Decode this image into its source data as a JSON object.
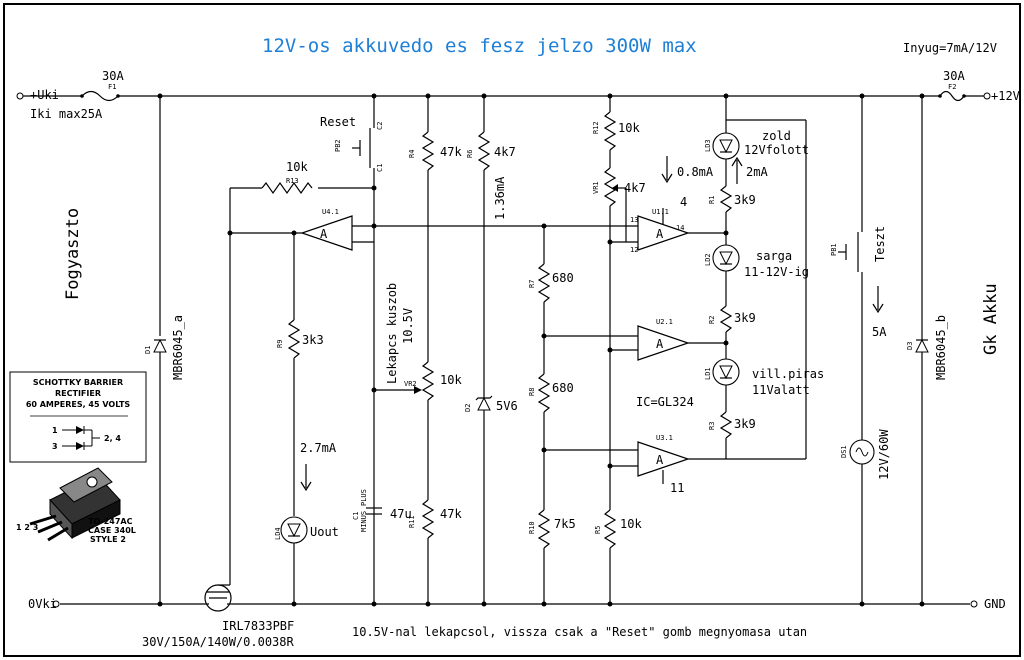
{
  "title": "12V-os akkuvedo es fesz jelzo 300W max",
  "top_right_note": "Inyug=7mA/12V",
  "left_terminal_top": "+Uki",
  "left_terminal_bottom": "0Vki",
  "right_terminal_top": "+12V",
  "right_terminal_bottom": "GND",
  "left_side_label": "Fogyaszto",
  "right_side_label": "Gk Akku",
  "iki_note": "Iki max25A",
  "fuse1": {
    "value": "30A",
    "ref": "F1"
  },
  "fuse2": {
    "value": "30A",
    "ref": "F2"
  },
  "reset_button": {
    "label": "Reset",
    "ref": "PB2",
    "pin1": "C1",
    "pin2": "C2"
  },
  "test_button": {
    "label": "Teszt",
    "ref": "PB1"
  },
  "r13": {
    "ref": "R13",
    "value": "10k"
  },
  "r4": {
    "ref": "R4",
    "value": "47k"
  },
  "r6": {
    "ref": "R6",
    "value": "4k7"
  },
  "r12": {
    "ref": "R12",
    "value": "10k"
  },
  "vr1": {
    "ref": "VR1",
    "value": "4k7"
  },
  "vr2": {
    "ref": "VR2",
    "value": "10k"
  },
  "r9": {
    "ref": "R9",
    "value": "3k3"
  },
  "r7": {
    "ref": "R7",
    "value": "680"
  },
  "r8": {
    "ref": "R8",
    "value": "680"
  },
  "r10": {
    "ref": "R10",
    "value": "7k5"
  },
  "r5": {
    "ref": "R5",
    "value": "10k"
  },
  "r11": {
    "ref": "R11",
    "value": "47k"
  },
  "r1": {
    "ref": "R1",
    "value": "3k9"
  },
  "r2": {
    "ref": "R2",
    "value": "3k9"
  },
  "r3": {
    "ref": "R3",
    "value": "3k9"
  },
  "c1": {
    "ref": "C1",
    "value": "47u",
    "pin_plus": "PLUS",
    "pin_minus": "MINUS"
  },
  "d2": {
    "ref": "D2",
    "value": "5V6"
  },
  "d1": {
    "ref": "D1",
    "value": "MBR6045_a"
  },
  "d3": {
    "ref": "D3",
    "value": "MBR6045_b"
  },
  "ld1": {
    "ref": "LD1",
    "label": "vill.piras",
    "label2": "11Valatt"
  },
  "ld2": {
    "ref": "LD2",
    "label": "sarga",
    "label2": "11-12V-ig"
  },
  "ld3": {
    "ref": "LD3",
    "label": "zold",
    "label2": "12Vfolott"
  },
  "ld4": {
    "ref": "LD4",
    "label": "Uout"
  },
  "ds1": {
    "ref": "DS1",
    "label": "12V/60W"
  },
  "u41": {
    "ref": "U4.1"
  },
  "u11": {
    "ref": "U1.1",
    "pin_out": "4",
    "pin_in_neg": "13",
    "pin_in_pos": "12",
    "pin_o": "14"
  },
  "u21": {
    "ref": "U2.1"
  },
  "u31": {
    "ref": "U3.1",
    "pin_bottom": "11"
  },
  "opamp_symbol": "A",
  "currents": {
    "i_136": "1.36mA",
    "i_08": "0.8mA",
    "i_2": "2mA",
    "i_27": "2.7mA",
    "i_5a": "5A"
  },
  "lekapcs_label": "Lekapcs kuszob",
  "lekapcs_value": "10.5V",
  "ic_note": "IC=GL324",
  "mosfet": {
    "ref": "IRL7833PBF",
    "spec": "30V/150A/140W/0.0038R"
  },
  "bottom_note": "10.5V-nal lekapcsol, vissza csak a \"Reset\" gomb megnyomasa utan",
  "schottky_box": {
    "line1": "SCHOTTKY BARRIER",
    "line2": "RECTIFIER",
    "line3": "60 AMPERES, 45 VOLTS",
    "pkg1": "TO-247AC",
    "pkg2": "CASE 340L",
    "pkg3": "STYLE 2",
    "pin_a": "1",
    "pin_b": "3",
    "pin_k": "2, 4",
    "pins_bottom": "1  2  3"
  }
}
